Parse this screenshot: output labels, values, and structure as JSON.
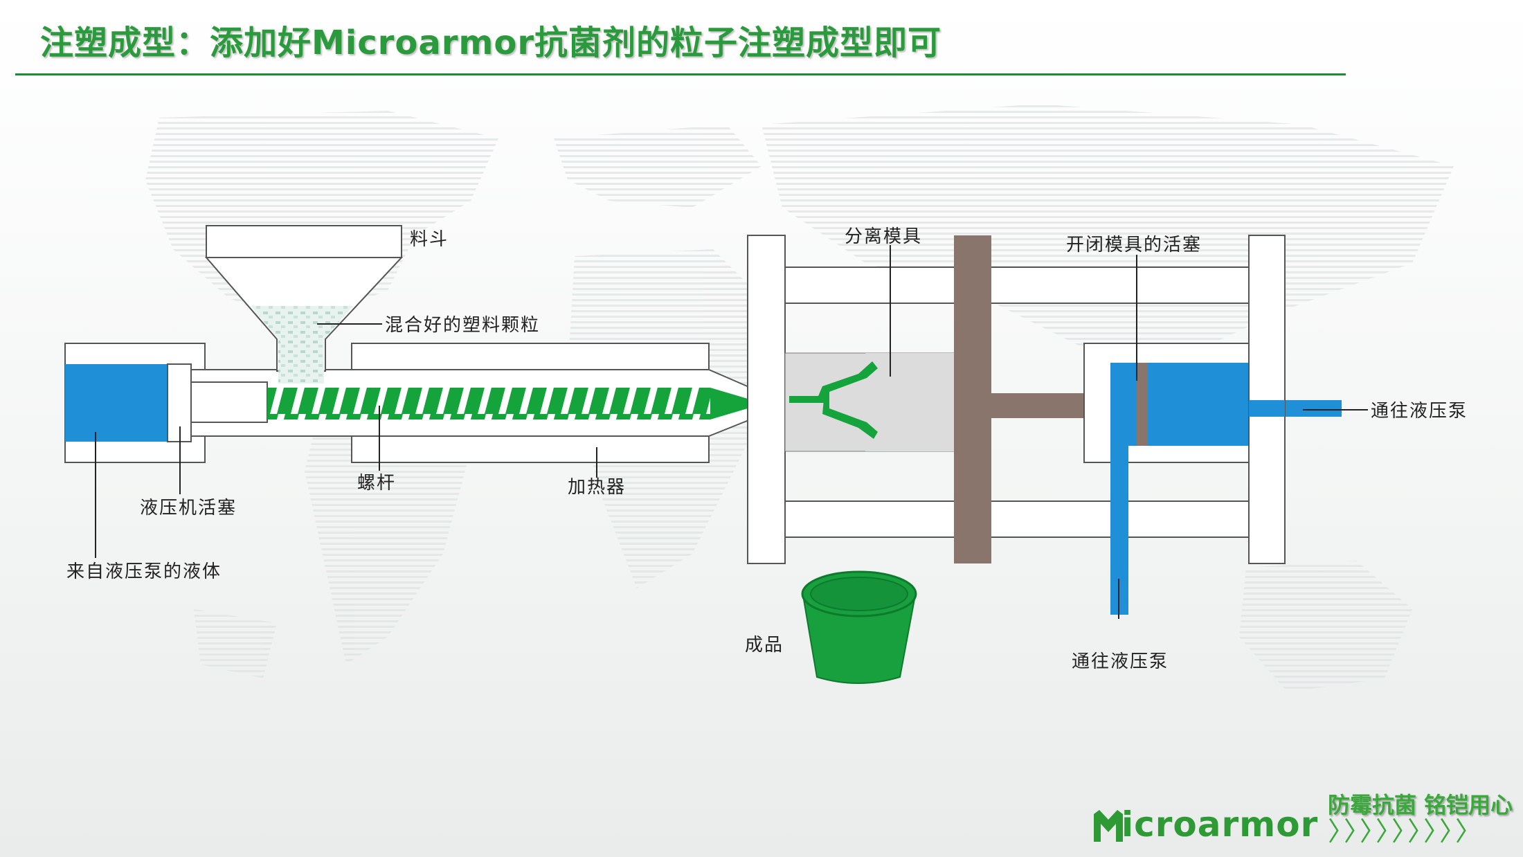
{
  "title": "注塑成型：添加好Microarmor抗菌剂的粒子注塑成型即可",
  "labels": {
    "hopper": "料斗",
    "granules": "混合好的塑料颗粒",
    "separate_mold": "分离模具",
    "clamp_piston": "开闭模具的活塞",
    "to_pump_right": "通往液压泵",
    "to_pump_bottom": "通往液压泵",
    "screw": "螺杆",
    "heater": "加热器",
    "hydraulic_piston": "液压机活塞",
    "fluid_from_pump": "来自液压泵的液体",
    "product": "成品"
  },
  "brand": {
    "slogan": "防霉抗菌 铭铠用心",
    "name": "icroarmor",
    "chevrons": "〉〉〉〉〉〉〉〉〉"
  },
  "colors": {
    "title": "#2a9a3c",
    "rule": "#1d8a34",
    "hydraulic_blue": "#1f8fd8",
    "screw_green": "#14a03a",
    "platen_brown": "#8a756c",
    "product_green": "#17a03d"
  },
  "icons": [
    "world-map-background",
    "microarmor-logo-icon"
  ]
}
